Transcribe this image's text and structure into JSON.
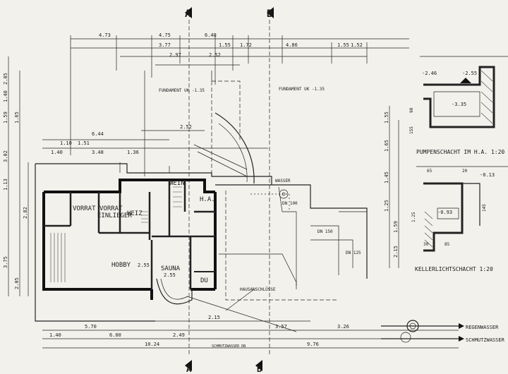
{
  "section_marks": {
    "a_top": "A",
    "b_top": "B",
    "a_bottom": "A",
    "b_bottom": "B"
  },
  "rooms": {
    "vorrat1": "VORRAT",
    "vorrat2": "VORRAT",
    "einlieger": "EINLIEGER",
    "heiz": "HEIZ",
    "wein": "WEIN",
    "ha": "H.A.",
    "hobby": "HOBBY",
    "sauna": "SAUNA",
    "du": "DU"
  },
  "labels": {
    "fundament_top": "FUNDAMENT UK -1.35",
    "fundament_mid": "FUNDAMENT UK -1.35",
    "hausanschluss": "HAUSANSCHLÜSSE",
    "regenwasser": "REGENWASSER",
    "schmutzwasser": "SCHMUTZWASSER",
    "wasser": "WASSER",
    "pumpenschacht": "PUMPENSCHACHT IM H.A. 1:20",
    "kellerlichtschacht": "KELLERLICHTSCHACHT 1:20",
    "hobby_level": "2.55",
    "sauna_level": "2.55"
  },
  "dimensions": {
    "top": [
      "4.73",
      "4.75",
      "6.48",
      "4.86",
      "3.77",
      "1.55",
      "1.72",
      "2.97",
      "2.52",
      "1.55",
      "1.52"
    ],
    "mid": [
      "6.44",
      "2.52",
      "3.48",
      "1.36",
      "1.51",
      "1.10",
      "1.40"
    ],
    "bottom": [
      "5.70",
      "6.00",
      "3.57",
      "2.15",
      "2.49",
      "3.26",
      "1.40",
      "10.24",
      "9.76"
    ],
    "left": [
      "2.05",
      "1.40",
      "1.59",
      "1.65",
      "3.02",
      "1.13",
      "2.82",
      "3.75",
      "2.05"
    ],
    "right": [
      "1.55",
      "1.65",
      "1.45",
      "1.25",
      "1.59",
      "2.15"
    ],
    "detail_pump": [
      "-2.46",
      "-2.55",
      "-3.35",
      "90",
      "155"
    ],
    "detail_keller": [
      "65",
      "20",
      "-0.13",
      "1.25",
      "-0.93",
      "30",
      "85",
      "145"
    ]
  },
  "notes": {
    "rohr_a": "DN 100",
    "rohr_b": "DN 150",
    "rohr_c": "DN 125",
    "bottom_note": "SCHMUTZWASSER DN"
  }
}
